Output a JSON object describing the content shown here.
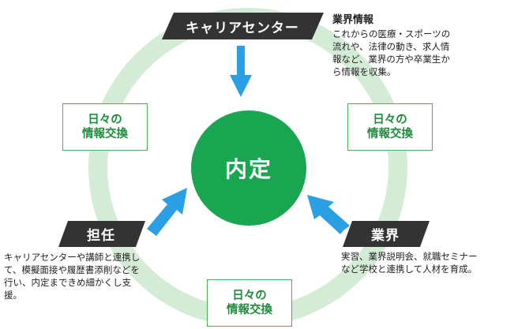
{
  "center": {
    "label": "内定"
  },
  "nodes": {
    "career": {
      "label": "キャリアセンター"
    },
    "tanto": {
      "label": "担任"
    },
    "gyokai": {
      "label": "業界"
    }
  },
  "exchange": {
    "line1": "日々の",
    "line2": "情報交換"
  },
  "info": {
    "industry": {
      "title": "業界情報",
      "lines": [
        "これからの医療・スポーツの",
        "流れや、法律の動き、求人情",
        "報など、業界の方や卒業生か",
        "ら情報を収集。"
      ]
    },
    "tanto": {
      "lines": [
        "キャリアセンターや講師と連携し",
        "て、模擬面接や履歴書添削などを",
        "行い、内定まできめ細かくし支",
        "援。"
      ]
    },
    "gyokai": {
      "lines": [
        "実習、業界説明会、就職セミナー",
        "など学校と連携して人材を育成。"
      ]
    }
  },
  "colors": {
    "ring": "#d4ebd6",
    "center": "#1aa650",
    "dark_label": "#333333",
    "arrow": "#2b9fe4",
    "exchange_border": "#4caf50",
    "exchange_text": "#1e8c3a"
  }
}
